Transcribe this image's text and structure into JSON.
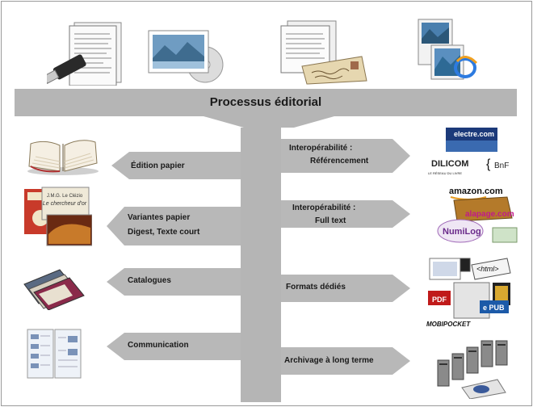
{
  "title": "Processus éditorial",
  "left_outputs": [
    {
      "lines": [
        "Édition papier"
      ]
    },
    {
      "lines": [
        "Variantes papier",
        "Digest, Texte court"
      ]
    },
    {
      "lines": [
        "Catalogues"
      ]
    },
    {
      "lines": [
        "Communication"
      ]
    }
  ],
  "right_outputs": [
    {
      "lines": [
        "Interopérabilité :",
        "Référencement"
      ]
    },
    {
      "lines": [
        "Interopérabilité :",
        "Full text"
      ]
    },
    {
      "lines": [
        "Formats dédiés"
      ]
    },
    {
      "lines": [
        "Archivage à long terme"
      ]
    }
  ],
  "logos": {
    "electre": "electre.com",
    "dilicom": "DILICOM",
    "dilicom_sub": "LE RÉSEAU DU LIVRE",
    "bnf": "BnF",
    "amazon": "amazon.com",
    "alapage": "alapage.com",
    "numilog": "NumiLog",
    "html": "<html>",
    "pdf": "PDF",
    "epub": "e PUB",
    "mobipocket": "MOBIPOCKET"
  },
  "colors": {
    "band": "#b5b5b5",
    "arrow": "#b8b8b8",
    "text": "#1a1a1a"
  }
}
